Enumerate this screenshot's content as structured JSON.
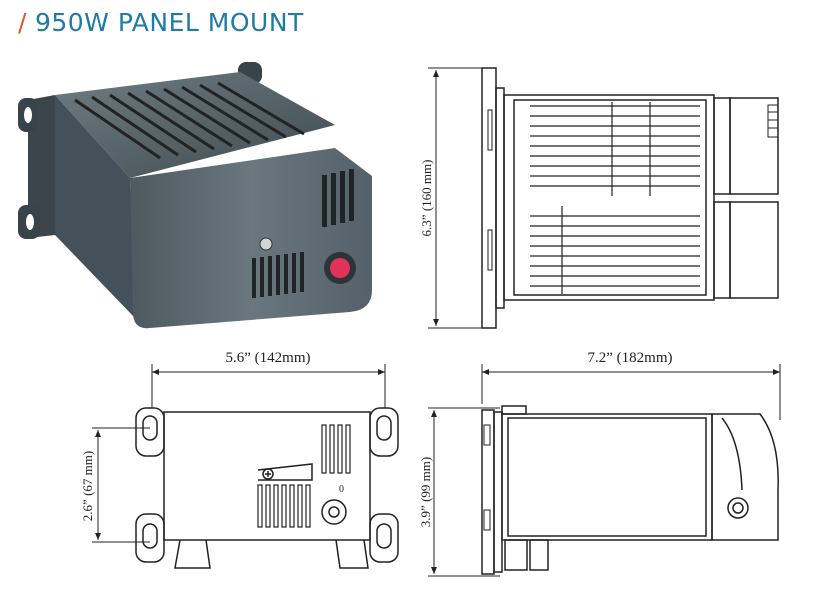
{
  "title": {
    "slash": "/",
    "text": "950W PANEL MOUNT"
  },
  "dimensions": {
    "height_side": "6.3” (160 mm)",
    "width_front": "5.6”  (142mm)",
    "length_side": "7.2”  (182mm)",
    "mount_spacing": "2.6” (67 mm)",
    "depth_side": "3.9” (99 mm)"
  },
  "thermostat": {
    "scale_label": "0"
  },
  "colors": {
    "accent_slash": "#e0562c",
    "title_blue": "#1f7aa6",
    "line": "#222222",
    "housing": "#5b6870"
  }
}
